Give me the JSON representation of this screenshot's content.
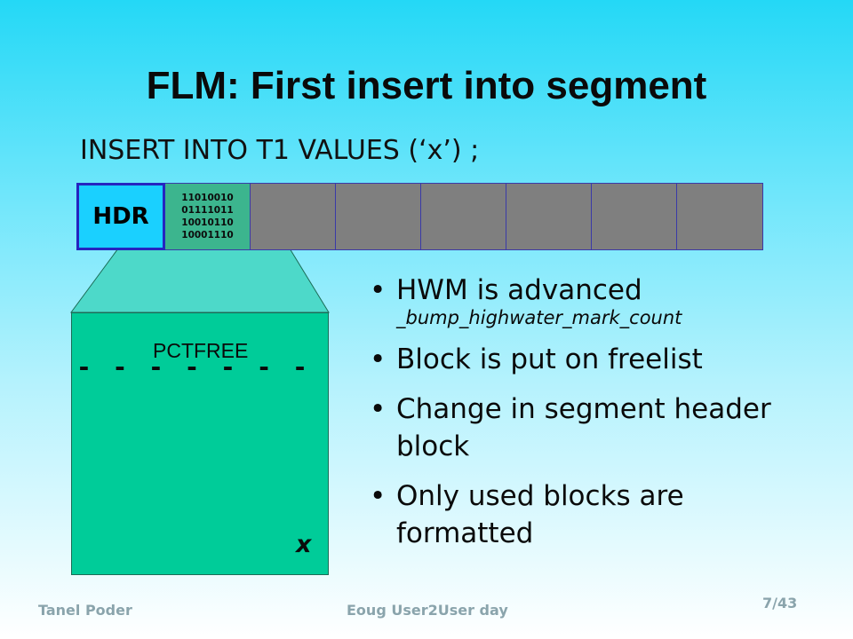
{
  "slide": {
    "title": "FLM: First insert into segment",
    "statement": "INSERT INTO T1 VALUES (‘x’) ;"
  },
  "segment": {
    "header_label": "HDR",
    "first_block_bits": [
      "11010010",
      "01111011",
      "10010110",
      "10001110"
    ],
    "empty_block_count": 6
  },
  "block_detail": {
    "pctfree_label": "PCTFREE",
    "dashes": "- - - - - - - - - - - - - -",
    "row_value": "x"
  },
  "bullets": [
    {
      "text": "HWM is advanced",
      "sub": "_bump_highwater_mark_count"
    },
    {
      "text": "Block is put on freelist"
    },
    {
      "text": "Change in segment header block"
    },
    {
      "text": "Only used blocks are formatted"
    }
  ],
  "footer": {
    "author": "Tanel Poder",
    "event": "Eoug User2User day",
    "page": "7/43"
  },
  "colors": {
    "header_block": "#1ad0ff",
    "used_block": "#3cb58e",
    "empty_block": "#7f7f7f",
    "zoom_fill": "#4dd9c9",
    "detail_block": "#00cc99",
    "footer_text": "#8aa4ac"
  }
}
